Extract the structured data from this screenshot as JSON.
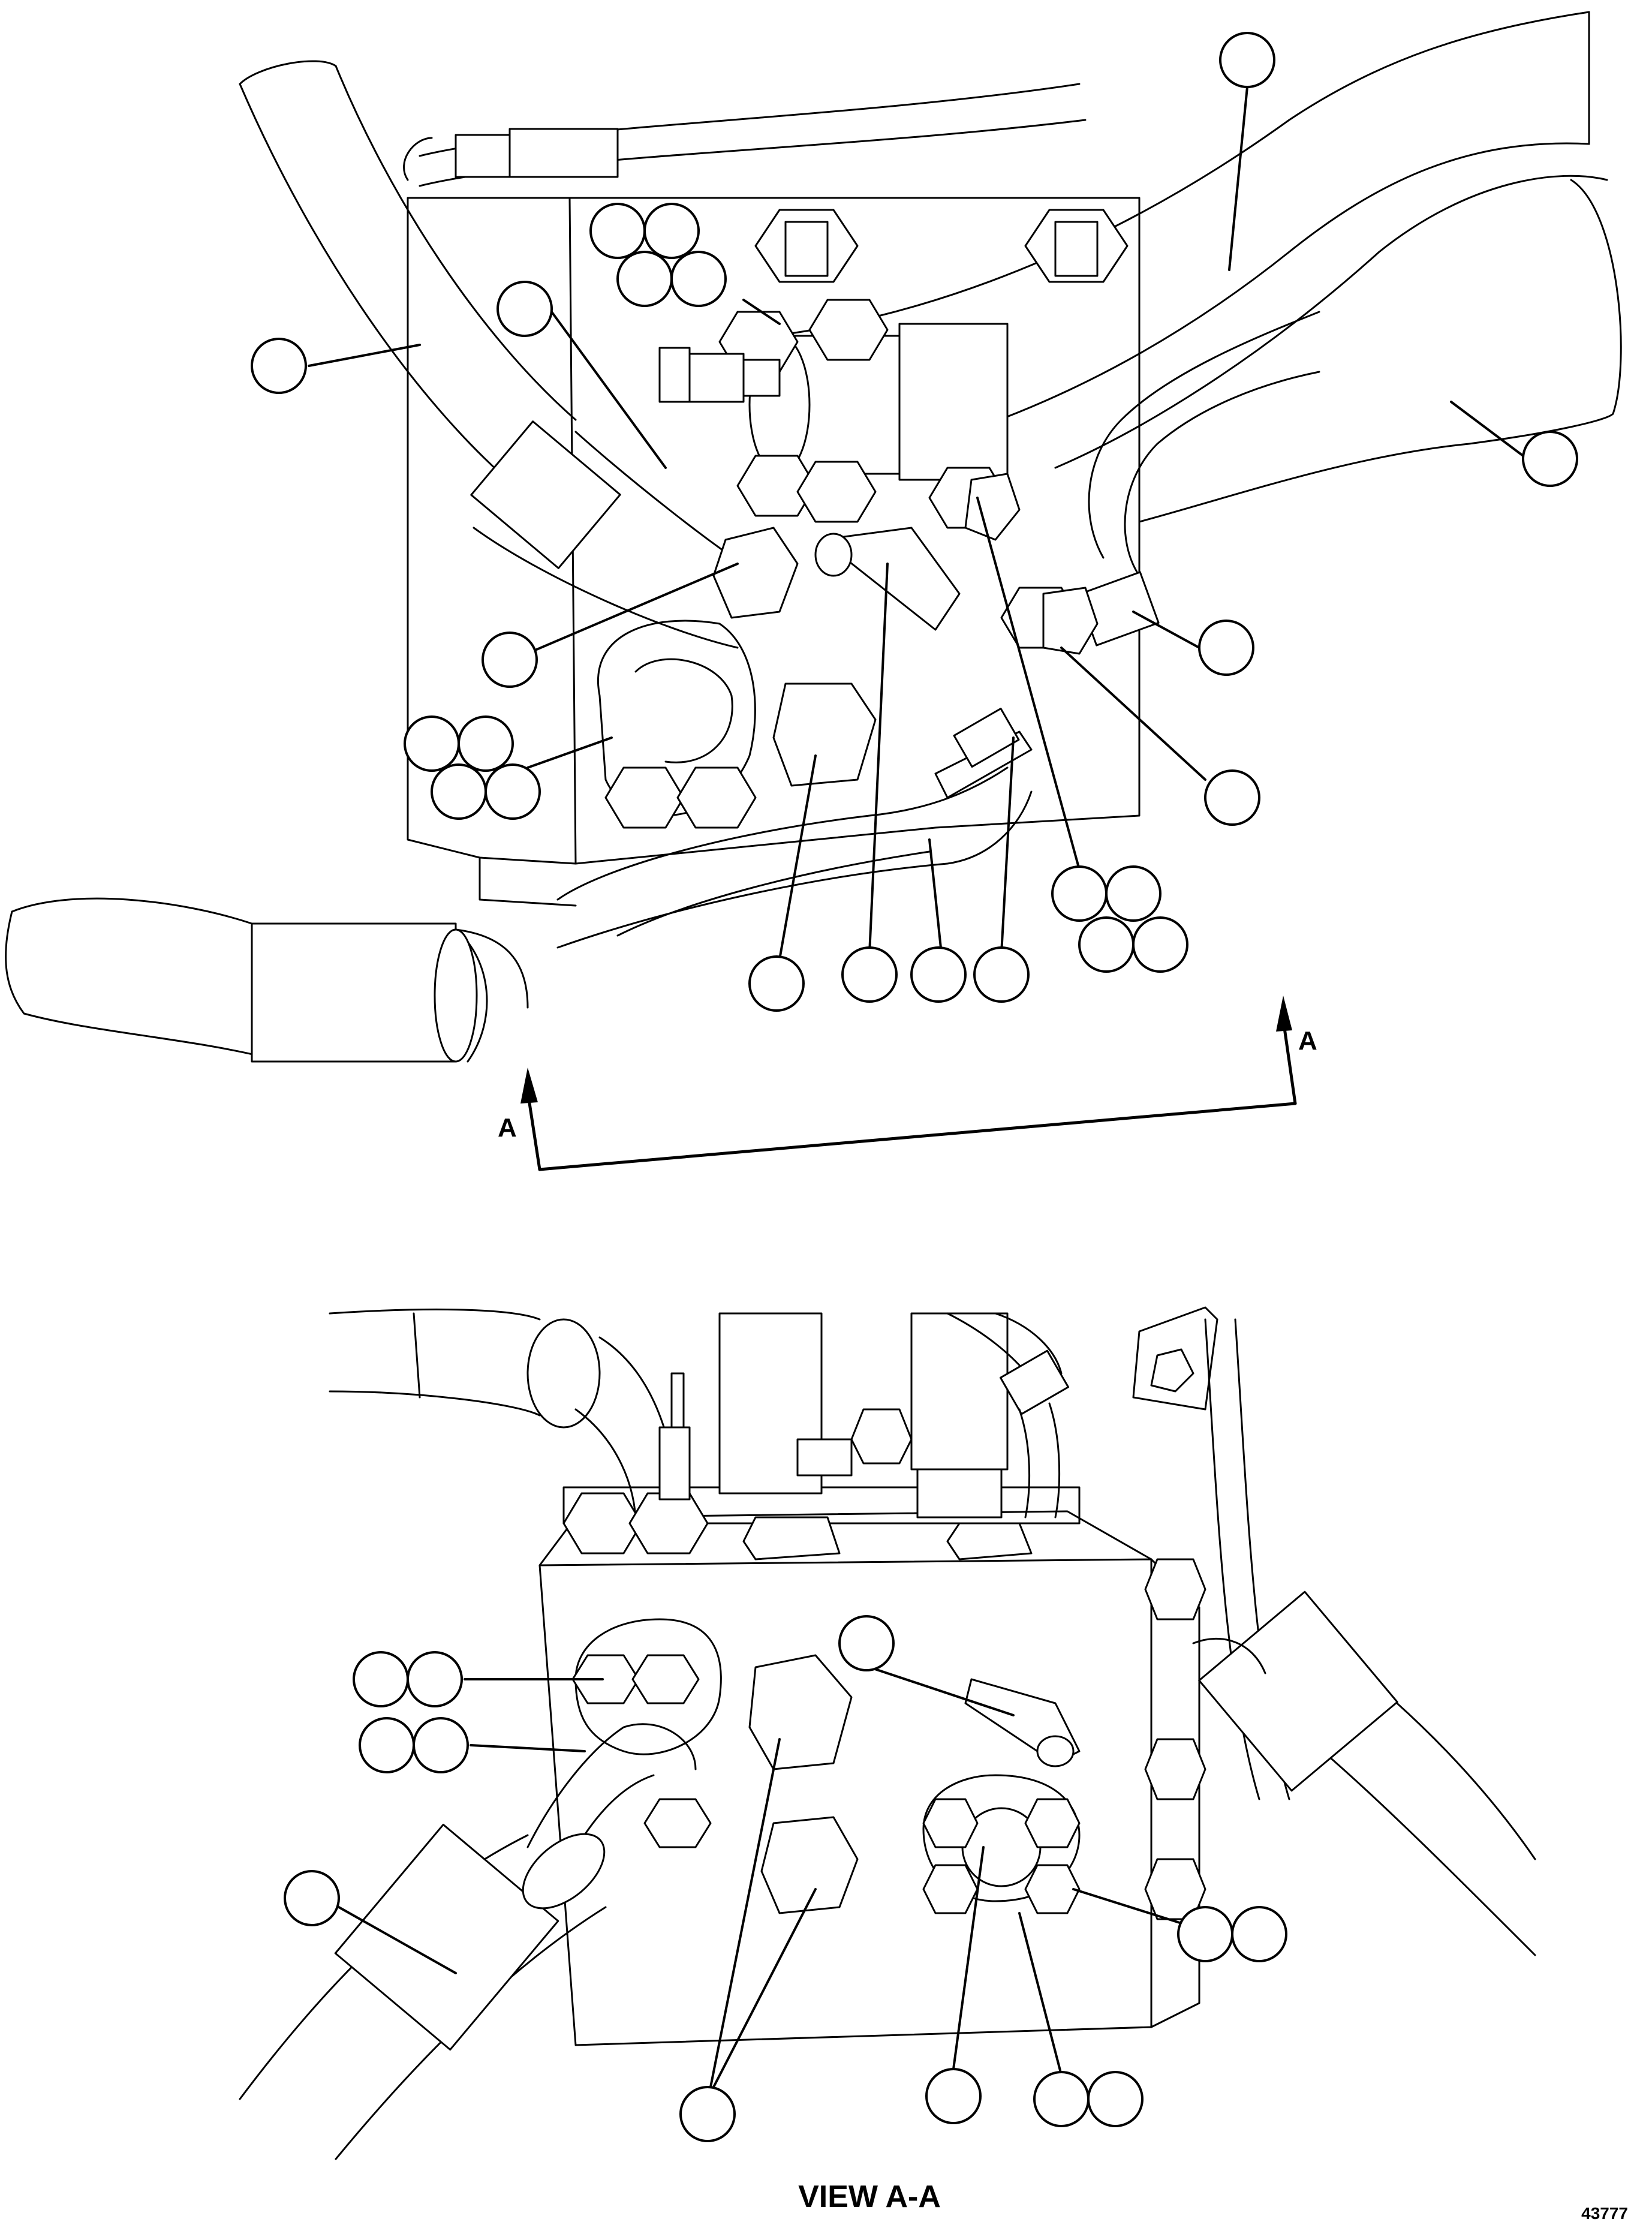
{
  "labels": {
    "section_marker_left": "A",
    "section_marker_right": "A",
    "view_title": "VIEW A-A",
    "figure_number": "43777"
  }
}
